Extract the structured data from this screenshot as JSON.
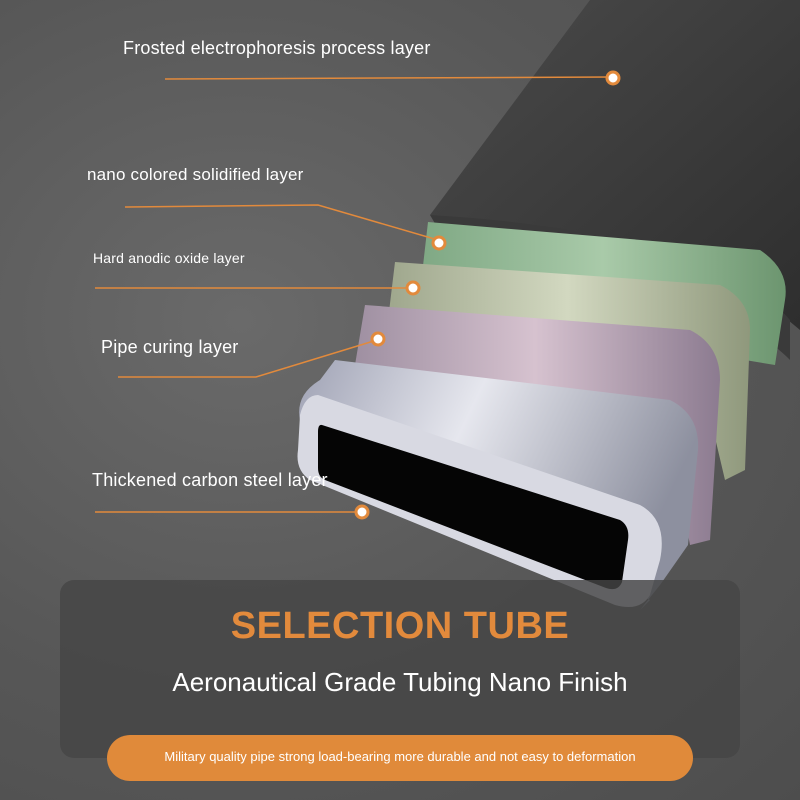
{
  "layers": [
    {
      "label": "Frosted electrophoresis process layer"
    },
    {
      "label": "nano colored solidified layer"
    },
    {
      "label": "Hard anodic oxide layer"
    },
    {
      "label": "Pipe curing layer"
    },
    {
      "label": "Thickened carbon steel layer"
    }
  ],
  "banner": {
    "headline": "SELECTION TUBE",
    "subheadline": "Aeronautical Grade Tubing Nano Finish",
    "pill_text": "Military quality pipe strong load-bearing more durable and not easy to deformation"
  },
  "colors": {
    "accent": "#e28a3c",
    "pill": "#e08a3a",
    "background": "#5a5a5a",
    "layer_green": "#8fb893",
    "layer_sage": "#b9c3a5",
    "layer_lilac": "#b9a6b8",
    "layer_steel": "#c9cbd6"
  }
}
